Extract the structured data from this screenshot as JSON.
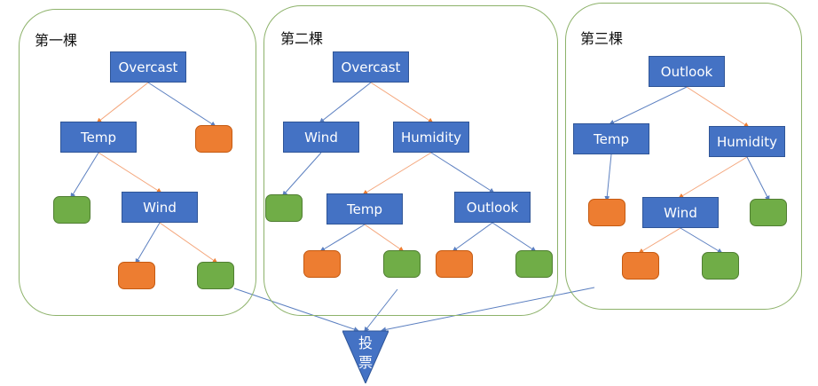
{
  "colors": {
    "node_fill": "#4472c4",
    "leaf_no": "#ed7d31",
    "leaf_yes": "#70ad47",
    "panel_border": "#8db26a",
    "edge_blue": "#5b7fc0",
    "edge_orange": "#f4a57a"
  },
  "trees": [
    {
      "title": "第一棵",
      "nodes": {
        "root": "Overcast",
        "n1": "Temp",
        "n2": "Wind"
      },
      "leaves": [
        "no",
        "yes",
        "no",
        "yes"
      ]
    },
    {
      "title": "第二棵",
      "nodes": {
        "root": "Overcast",
        "n1": "Wind",
        "n2": "Humidity",
        "n3": "Temp",
        "n4": "Outlook"
      },
      "leaves": [
        "yes",
        "no",
        "yes",
        "no",
        "yes"
      ]
    },
    {
      "title": "第三棵",
      "nodes": {
        "root": "Outlook",
        "n1": "Temp",
        "n2": "Humidity",
        "n3": "Wind"
      },
      "leaves": [
        "no",
        "yes",
        "no",
        "yes"
      ]
    }
  ],
  "vote": {
    "label_line1": "投",
    "label_line2": "票"
  }
}
